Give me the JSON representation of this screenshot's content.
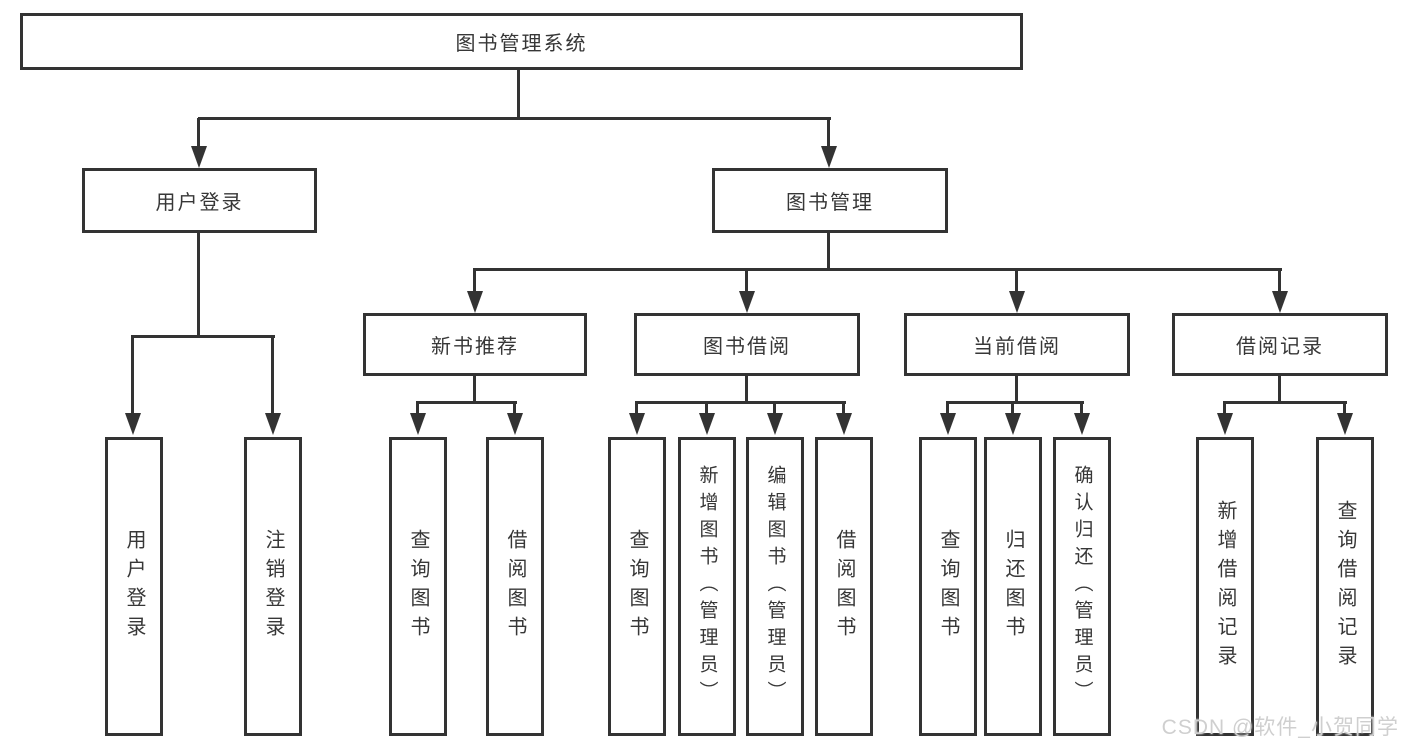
{
  "colors": {
    "line": "#333333",
    "text": "#373737",
    "background": "#ffffff",
    "watermark": "#cfcfcf"
  },
  "watermark": {
    "text": "CSDN @软件_小贺同学"
  },
  "tree": {
    "label": "图书管理系统",
    "children": [
      {
        "label": "用户登录",
        "children": [
          {
            "label": "用户登录"
          },
          {
            "label": "注销登录"
          }
        ]
      },
      {
        "label": "图书管理",
        "children": [
          {
            "label": "新书推荐",
            "children": [
              {
                "label": "查询图书"
              },
              {
                "label": "借阅图书"
              }
            ]
          },
          {
            "label": "图书借阅",
            "children": [
              {
                "label": "查询图书"
              },
              {
                "label": "新增图书（管理员）"
              },
              {
                "label": "编辑图书（管理员）"
              },
              {
                "label": "借阅图书"
              }
            ]
          },
          {
            "label": "当前借阅",
            "children": [
              {
                "label": "查询图书"
              },
              {
                "label": "归还图书"
              },
              {
                "label": "确认归还（管理员）"
              }
            ]
          },
          {
            "label": "借阅记录",
            "children": [
              {
                "label": "新增借阅记录"
              },
              {
                "label": "查询借阅记录"
              }
            ]
          }
        ]
      }
    ]
  }
}
